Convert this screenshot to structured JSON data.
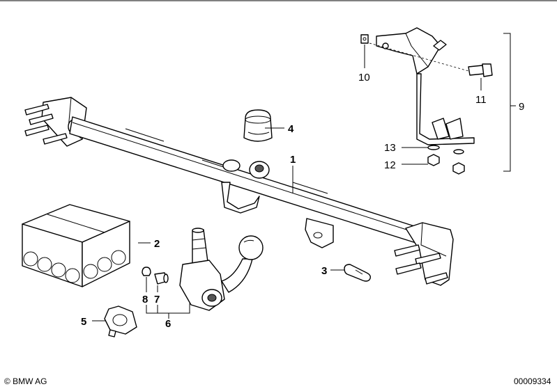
{
  "callouts": {
    "c1": "1",
    "c2": "2",
    "c3": "3",
    "c4": "4",
    "c5": "5",
    "c6": "6",
    "c7": "7",
    "c8": "8",
    "c9": "9",
    "c10": "10",
    "c11": "11",
    "c12": "12",
    "c13": "13"
  },
  "footer": {
    "copyright": "© BMW AG",
    "diagram_id": "00009334"
  }
}
